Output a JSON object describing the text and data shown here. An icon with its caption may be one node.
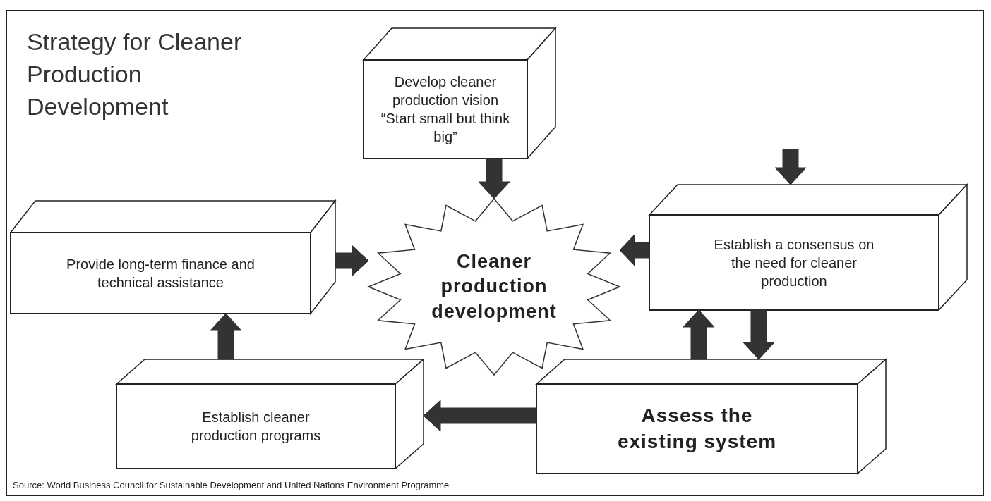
{
  "diagram": {
    "title": "Strategy for Cleaner Production Development",
    "caption": "Source: World Business Council for Sustainable Development and United Nations Environment Programme",
    "nodes": [
      {
        "text": [
          "Develop cleaner production vision",
          "“Start small but think big”"
        ]
      },
      {
        "text": [
          "Cleaner production development"
        ]
      },
      {
        "text": [
          "Provide long-term finance and technical assistance"
        ]
      },
      {
        "text": [
          "Establish a consensus on the need for cleaner production"
        ]
      },
      {
        "text": [
          "Establish cleaner production programs"
        ]
      },
      {
        "text": [
          "Assess the existing system"
        ]
      }
    ],
    "edges": [
      {
        "from": 0,
        "to": 1,
        "arrow": "to"
      },
      {
        "from": null,
        "to": 3,
        "arrow": "to"
      },
      {
        "from": 2,
        "to": 1,
        "arrow": "to"
      },
      {
        "from": 3,
        "to": 1,
        "arrow": "to"
      },
      {
        "from": 5,
        "to": 3,
        "arrow": "to"
      },
      {
        "from": 3,
        "to": 5,
        "arrow": "to"
      },
      {
        "from": 4,
        "to": 2,
        "arrow": "to"
      },
      {
        "from": 5,
        "to": 4,
        "arrow": "to"
      }
    ]
  }
}
